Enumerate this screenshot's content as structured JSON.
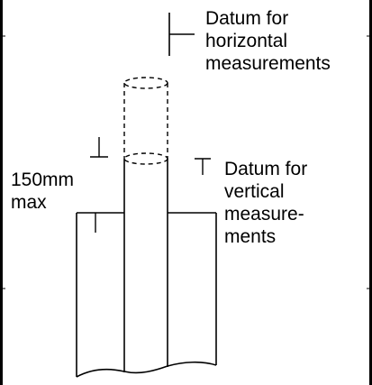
{
  "labels": {
    "datum_horizontal": "Datum for\nhorizontal\nmeasurements",
    "datum_vertical": "Datum for\nvertical\nmeasure-\nments",
    "max_height": "150mm\nmax"
  },
  "colors": {
    "line": "#000000",
    "border": "#000000",
    "background": "#ffffff"
  }
}
